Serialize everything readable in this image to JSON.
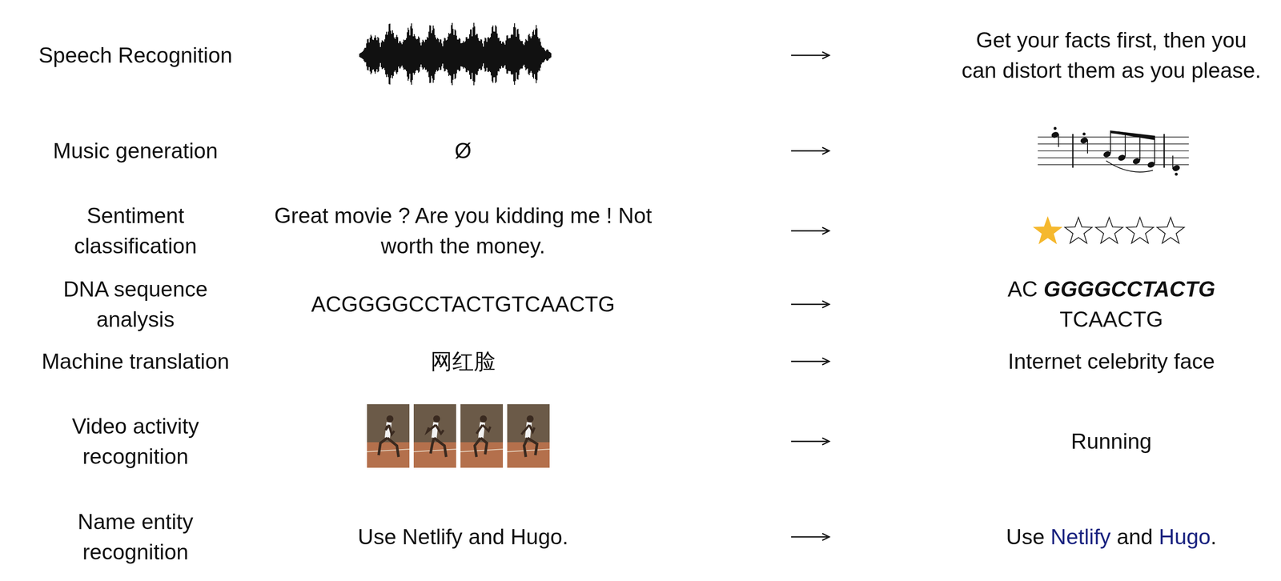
{
  "diagram": {
    "labels": [
      "Speech Recognition",
      "Get your facts first, then you can distort them as you please.",
      "Music generation",
      "Ø",
      "Sentiment classification",
      "Great movie ? Are you kidding me ! Not worth the money.",
      "DNA sequence analysis",
      "ACGGGGCCTACTGTCAACTG",
      "AC",
      "GGGGCCTACTG",
      "TCAACTG",
      "Machine translation",
      "网红脸",
      "Internet celebrity face",
      "Video activity recognition",
      "Running",
      "Name entity recognition",
      "Use Netlify and Hugo.",
      "Use",
      "Netlify",
      "and",
      "Hugo",
      "."
    ]
  }
}
